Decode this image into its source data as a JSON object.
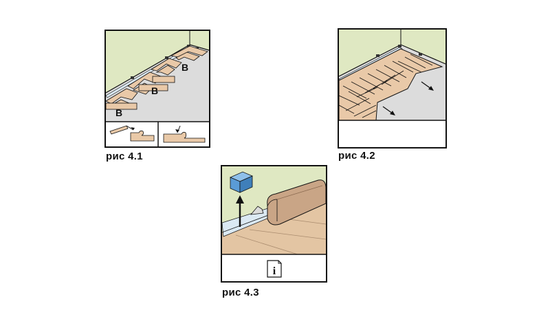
{
  "figures": [
    {
      "caption": "рис 4.1",
      "plank_labels": [
        "B",
        "B",
        "B"
      ]
    },
    {
      "caption": "рис 4.2"
    },
    {
      "caption": "рис 4.3",
      "info_icon_text": "i"
    }
  ],
  "colors": {
    "wall": "#dfe8c2",
    "floor": "#dcdcdc",
    "plank": "#e9c9a8",
    "plank_dark": "#c9a586",
    "underlay": "#dbe9f3",
    "block": "#5a9bd6",
    "outline": "#111111"
  }
}
